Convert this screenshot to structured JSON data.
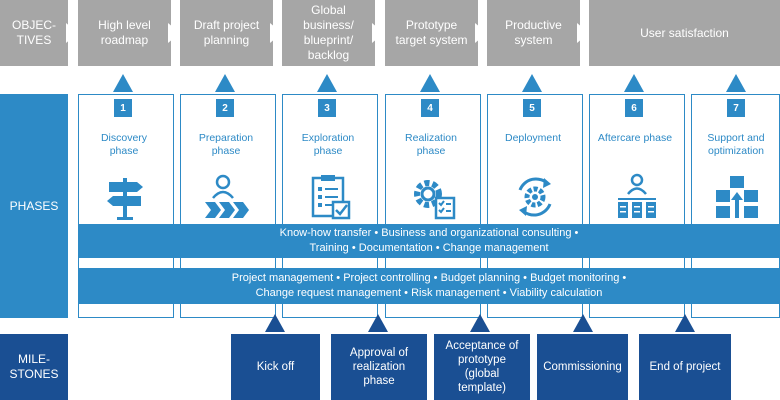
{
  "rows": {
    "objectives": "OBJEC-\nTIVES",
    "phases": "PHASES",
    "milestones": "MILE-\nSTONES"
  },
  "objectives": [
    "High level\nroadmap",
    "Draft project\nplanning",
    "Global\nbusiness/\nblueprint/\nbacklog",
    "Prototype\ntarget system",
    "Productive\nsystem",
    "User satisfaction"
  ],
  "phases": [
    {
      "num": "1",
      "name": "Discovery\nphase",
      "icon": "signpost-icon"
    },
    {
      "num": "2",
      "name": "Preparation\nphase",
      "icon": "runner-arrows-icon"
    },
    {
      "num": "3",
      "name": "Exploration\nphase",
      "icon": "checklist-clipboard-icon"
    },
    {
      "num": "4",
      "name": "Realization\nphase",
      "icon": "gear-checklist-icon"
    },
    {
      "num": "5",
      "name": "Deployment",
      "icon": "cycle-gear-icon"
    },
    {
      "num": "6",
      "name": "Aftercare phase",
      "icon": "person-servers-icon"
    },
    {
      "num": "7",
      "name": "Support and\noptimization",
      "icon": "boxes-pyramid-icon"
    }
  ],
  "bands": [
    {
      "line1": "Know-how transfer • Business and organizational consulting •",
      "line2": "Training • Documentation • Change management"
    },
    {
      "line1": "Project management • Project controlling • Budget planning • Budget monitoring •",
      "line2": "Change request management • Risk management • Viability calculation"
    }
  ],
  "milestones": [
    "Kick off",
    "Approval of\nrealization\nphase",
    "Acceptance of\nprototype\n(global\ntemplate)",
    "Commissioning",
    "End of project"
  ],
  "colors": {
    "grey": "#a6a6a6",
    "blue": "#2d8ac6",
    "dark_blue": "#1a4f93"
  }
}
